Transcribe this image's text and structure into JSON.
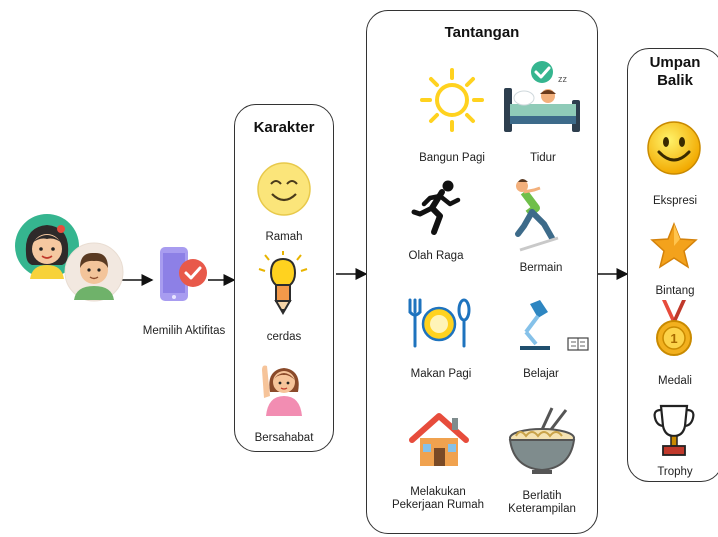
{
  "flow": {
    "step1_label": "Memilih Aktifitas"
  },
  "karakter": {
    "title": "Karakter",
    "items": [
      {
        "label": "Ramah",
        "icon": "smiling-face-icon"
      },
      {
        "label": "cerdas",
        "icon": "lightbulb-pencil-icon"
      },
      {
        "label": "Bersahabat",
        "icon": "waving-girl-icon"
      }
    ]
  },
  "tantangan": {
    "title": "Tantangan",
    "items": [
      {
        "label": "Bangun Pagi",
        "icon": "sun-icon"
      },
      {
        "label": "Tidur",
        "icon": "sleeping-bed-icon"
      },
      {
        "label": "Olah Raga",
        "icon": "running-person-icon"
      },
      {
        "label": "Bermain",
        "icon": "playing-boy-icon"
      },
      {
        "label": "Makan Pagi",
        "icon": "cutlery-plate-icon"
      },
      {
        "label": "Belajar",
        "icon": "desk-lamp-book-icon"
      },
      {
        "label": "Melakukan Pekerjaan Rumah",
        "line1": "Melakukan",
        "line2": "Pekerjaan Rumah",
        "icon": "house-icon"
      },
      {
        "label": "Berlatih Keterampilan",
        "line1": "Berlatih",
        "line2": "Keterampilan",
        "icon": "noodle-bowl-icon"
      }
    ]
  },
  "umpan_balik": {
    "title_line1": "Umpan",
    "title_line2": "Balik",
    "items": [
      {
        "label": "Ekspresi",
        "icon": "smiley-icon"
      },
      {
        "label": "Bintang",
        "icon": "star-icon"
      },
      {
        "label": "Medali",
        "icon": "medal-icon"
      },
      {
        "label": "Trophy",
        "icon": "trophy-icon"
      }
    ]
  },
  "colors": {
    "border": "#333333",
    "sun": "#ffd21f",
    "medal": "#f2b01e",
    "phone": "#9b8ee8",
    "check": "#e8594a"
  }
}
